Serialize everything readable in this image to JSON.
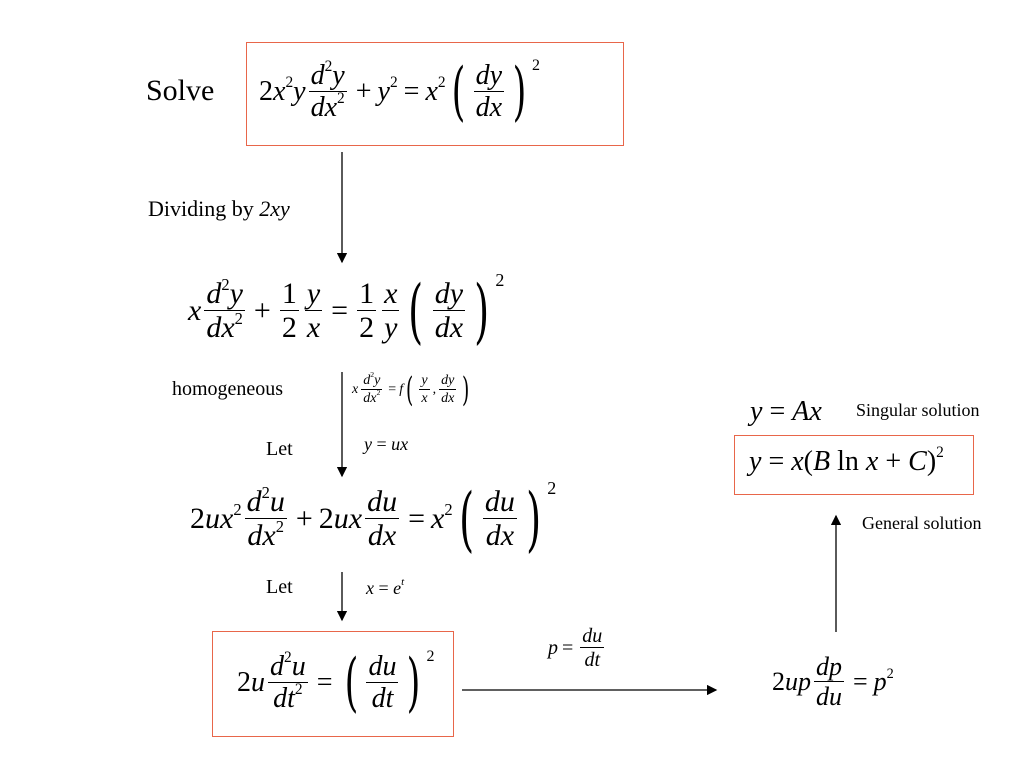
{
  "labels": {
    "solve": "Solve",
    "dividing_by": "Dividing by",
    "dividing_by_term": "2xy",
    "homogeneous": "homogeneous",
    "let1": "Let",
    "let2": "Let",
    "singular_solution": "Singular solution",
    "general_solution": "General solution"
  },
  "colors": {
    "box_border": "#e8664a",
    "text": "#000000"
  }
}
